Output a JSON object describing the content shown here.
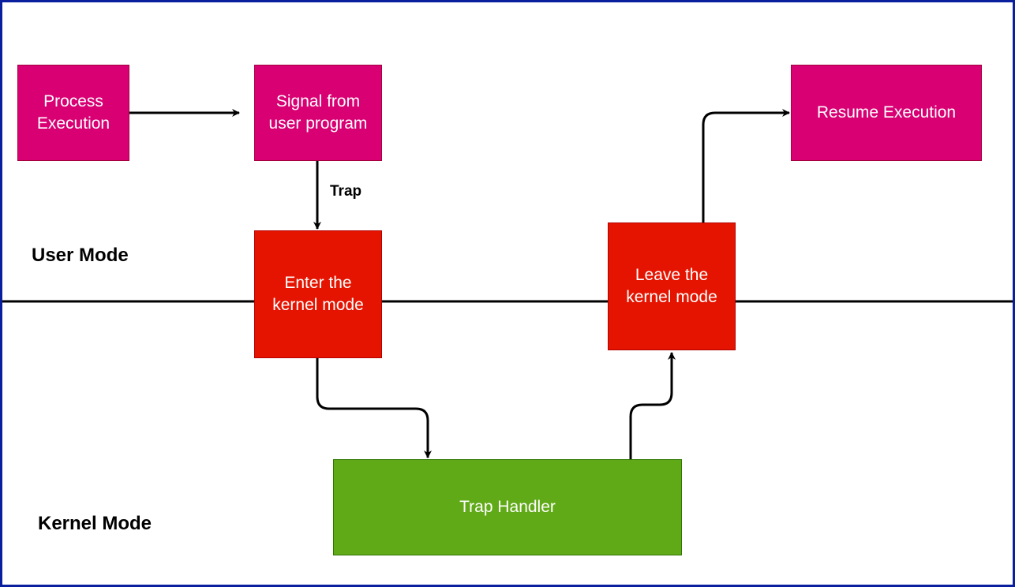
{
  "regions": {
    "user_mode": "User Mode",
    "kernel_mode": "Kernel Mode"
  },
  "nodes": {
    "process_execution": "Process\nExecution",
    "signal_from_user_program": "Signal from\nuser program",
    "resume_execution": "Resume Execution",
    "enter_kernel_mode": "Enter the\nkernel mode",
    "leave_kernel_mode": "Leave the\nkernel mode",
    "trap_handler": "Trap Handler"
  },
  "edges": {
    "trap_label": "Trap"
  },
  "colors": {
    "user_box": "#d80073",
    "kernel_box": "#e51400",
    "handler_box": "#60a917",
    "frame_border": "#0a1f9e",
    "lines": "#000000"
  }
}
